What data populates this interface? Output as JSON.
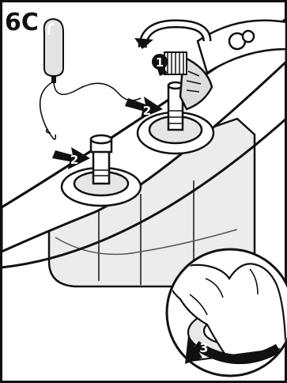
{
  "figure": {
    "step_id": "6C",
    "callouts": [
      {
        "id": "c1",
        "label": "1"
      },
      {
        "id": "c2a",
        "label": "2"
      },
      {
        "id": "c2b",
        "label": "2"
      },
      {
        "id": "c3",
        "label": "3"
      }
    ],
    "icons": [
      "rotate-arrow-icon",
      "push-arrow-icon",
      "pliers-icon",
      "test-light-icon",
      "hand-icon"
    ],
    "colors": {
      "background": "#ffffff",
      "ink": "#111111",
      "shade": "#bdbdbd",
      "light_shade": "#d9d9d9"
    }
  }
}
